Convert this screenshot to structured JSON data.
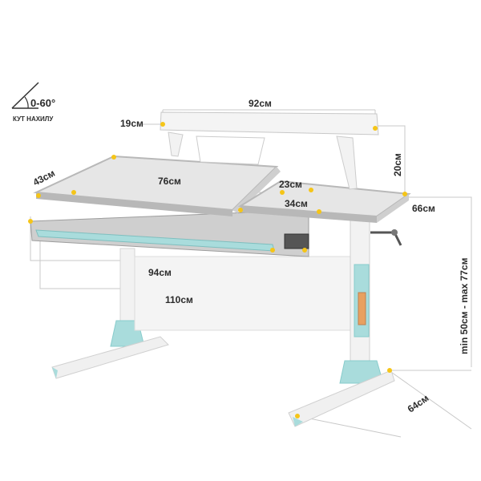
{
  "tilt": {
    "range": "0-60°",
    "caption": "КУТ НАХИЛУ"
  },
  "dimensions": {
    "shelf_width": "92см",
    "shelf_depth": "19см",
    "shelf_height": "20см",
    "top_depth": "43см",
    "tilt_top_width": "76см",
    "side_gap": "23см",
    "side_width": "34см",
    "total_depth": "66см",
    "drawer_width": "94см",
    "total_width": "110см",
    "height_range": "min 50см - max 77см",
    "base_depth": "64см"
  },
  "colors": {
    "desk_top": "#e6e6e6",
    "top_edge": "#b8b8b8",
    "frame": "#f2f2f2",
    "accent": "#a9dcdc",
    "dim_line": "#c8c8c8",
    "dot": "#f5c518"
  }
}
